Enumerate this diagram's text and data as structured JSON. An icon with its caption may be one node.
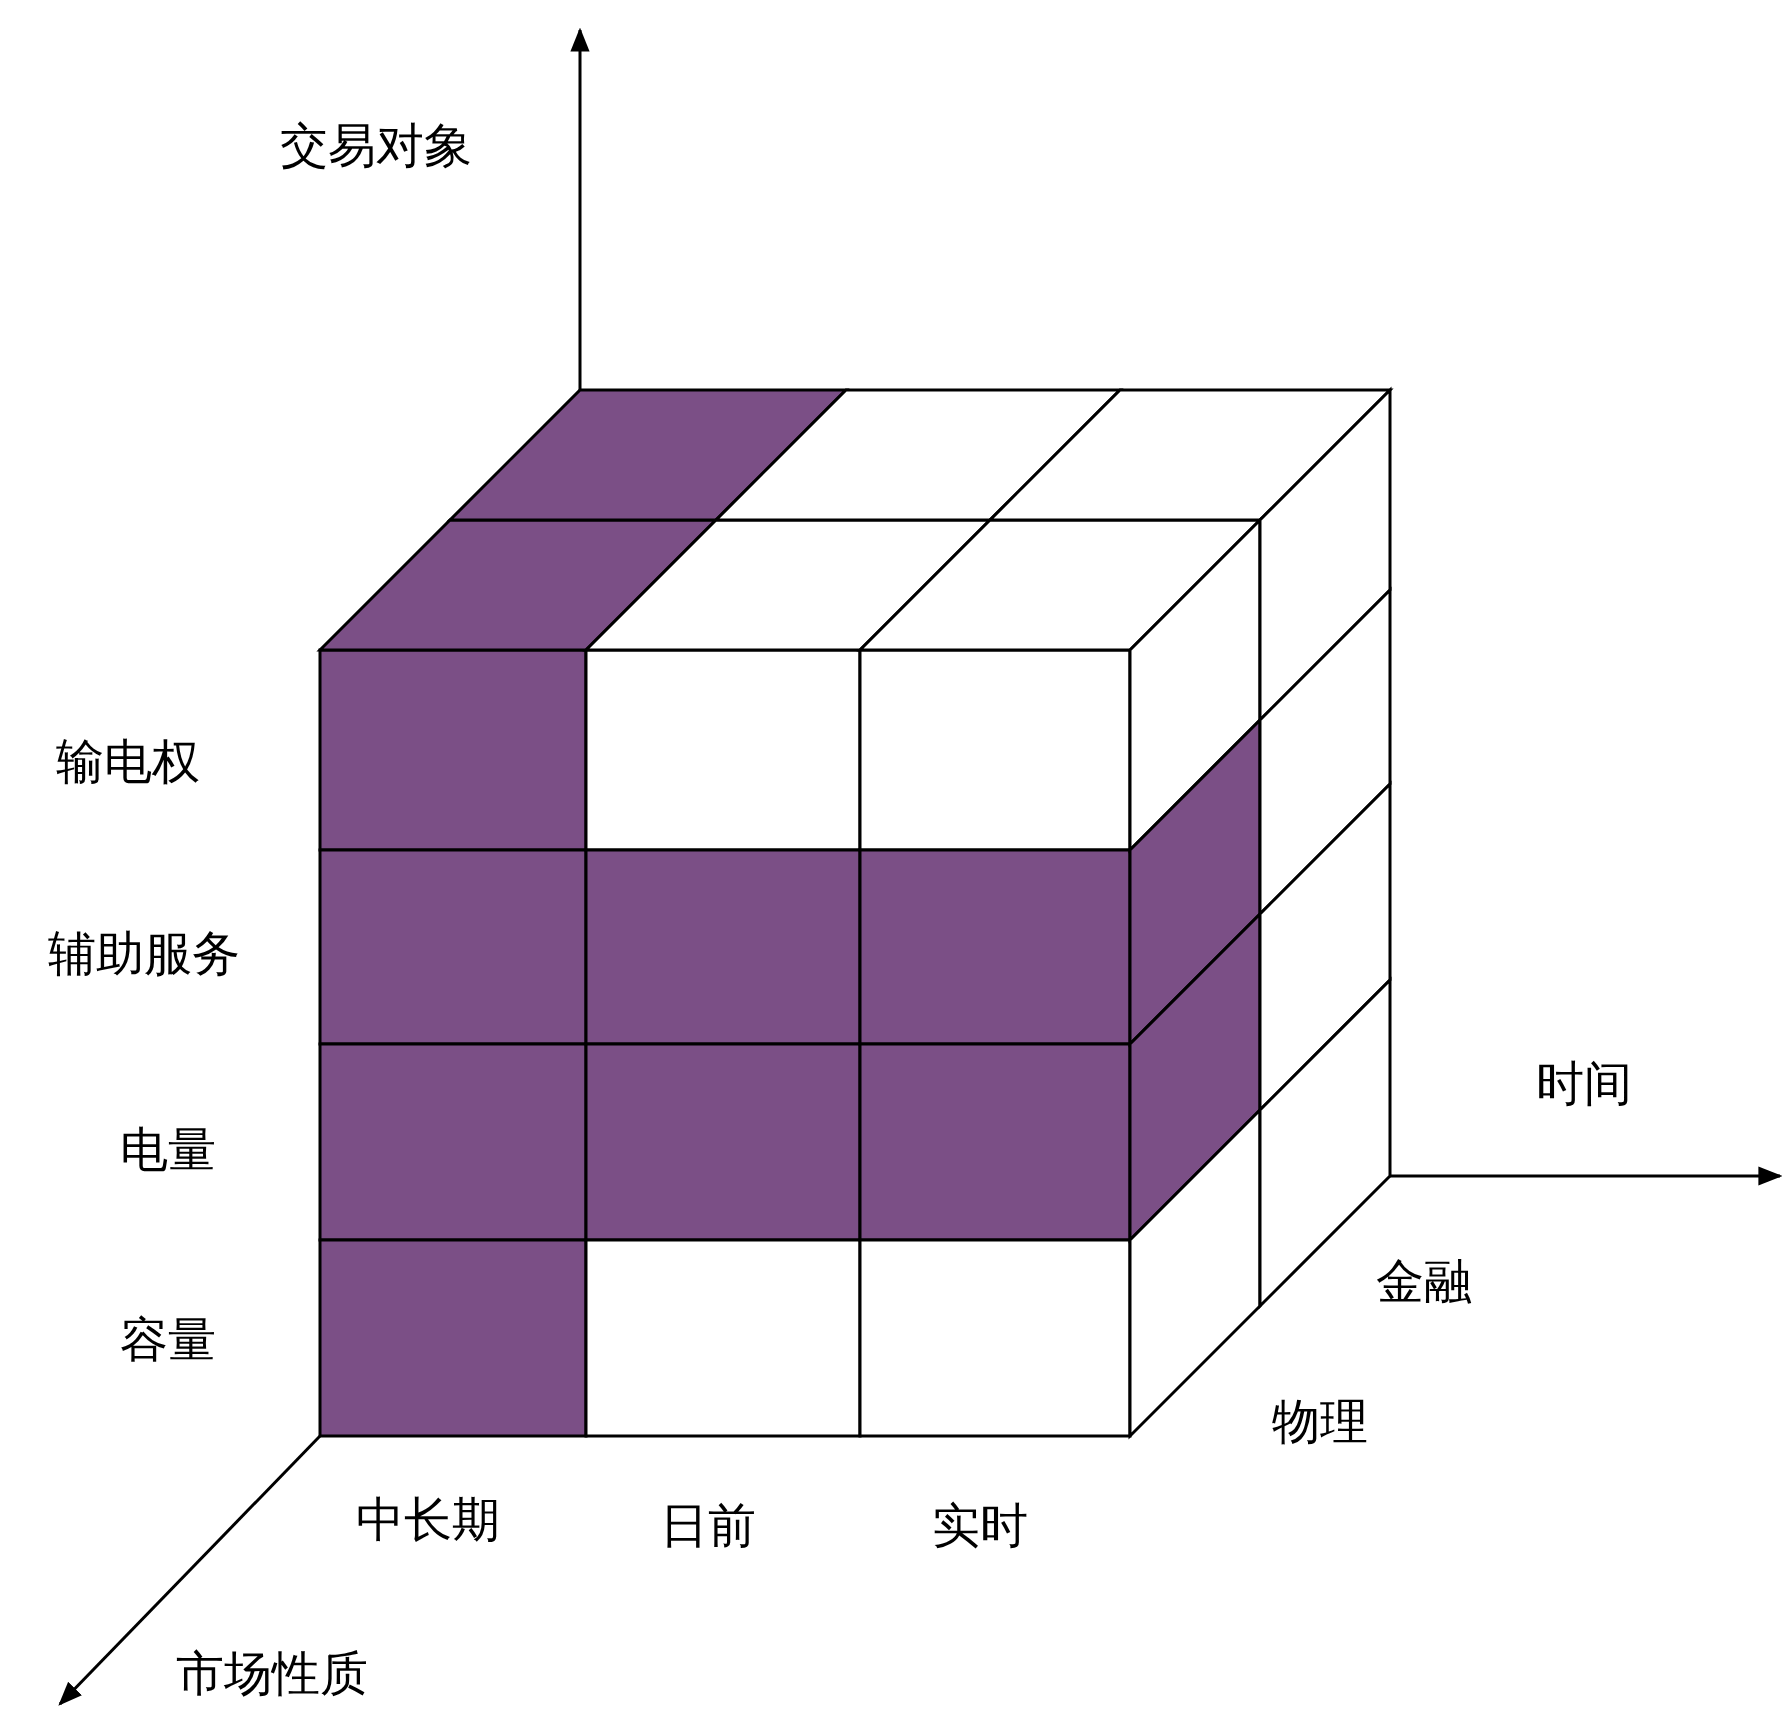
{
  "diagram": {
    "labels": [
      "交易对象",
      "输电权",
      "辅助服务",
      "时间",
      "电量",
      "金融",
      "容量",
      "物理",
      "中长期",
      "日前",
      "实时",
      "市场性质"
    ]
  }
}
